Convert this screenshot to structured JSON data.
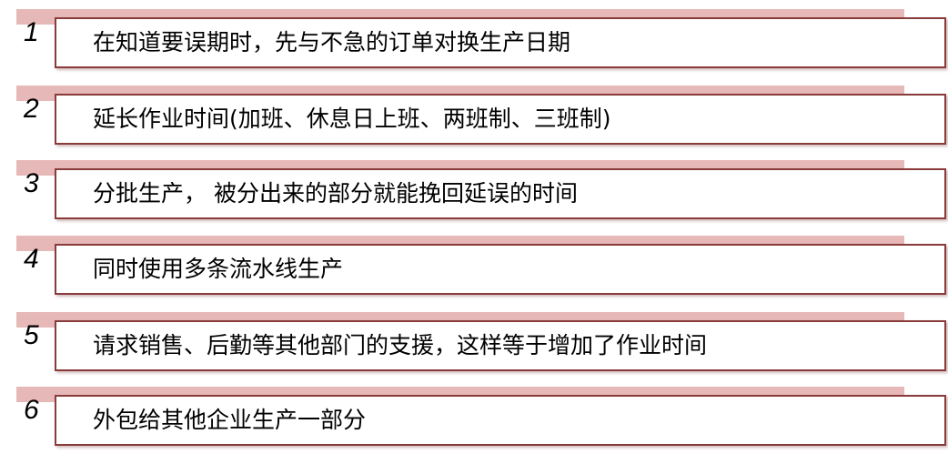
{
  "steps": [
    {
      "number": "1",
      "text": "在知道要误期时，先与不急的订单对换生产日期"
    },
    {
      "number": "2",
      "text": "延长作业时间(加班、休息日上班、两班制、三班制)"
    },
    {
      "number": "3",
      "text": "分批生产， 被分出来的部分就能挽回延误的时间"
    },
    {
      "number": "4",
      "text": "同时使用多条流水线生产"
    },
    {
      "number": "5",
      "text": "请求销售、后勤等其他部门的支援，这样等于增加了作业时间"
    },
    {
      "number": "6",
      "text": "外包给其他企业生产一部分"
    }
  ],
  "colors": {
    "band": "#e6b9b8",
    "border": "#8a3b3b"
  }
}
